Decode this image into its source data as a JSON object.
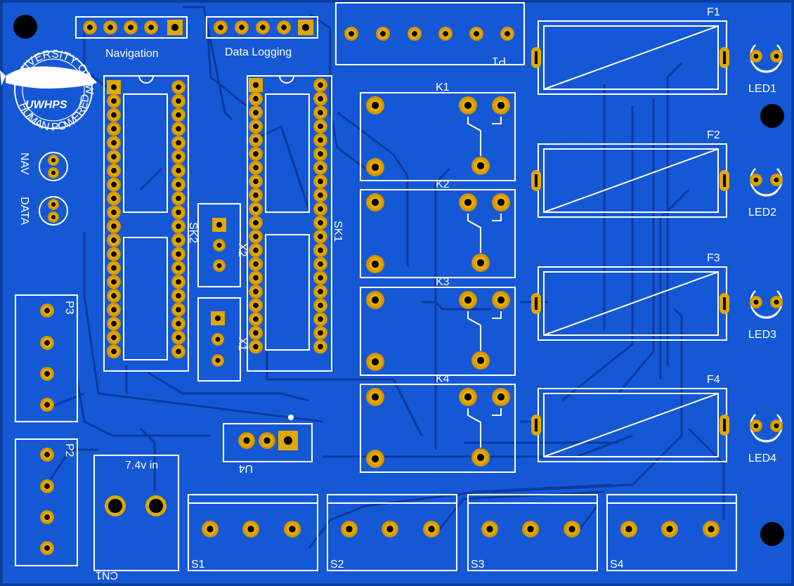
{
  "colors": {
    "board": "#1558d6",
    "board_edge": "#0a3fa0",
    "trace": "#0c3a9e",
    "copper": "#e0a800",
    "silkscreen": "#ffffff",
    "hole": "#000000"
  },
  "logo": {
    "ring_top": "UNIVERSITY OF WASHINGTON",
    "ring_bottom": "HUMAN POWERED SUBMARINE",
    "wordmark": "UWHPS"
  },
  "headers": {
    "navigation": "Navigation",
    "data_logging": "Data Logging"
  },
  "connectors": {
    "p1": "P1",
    "p2": "P2",
    "p3": "P3",
    "cn1": "CN1",
    "power_label": "7.4v in"
  },
  "sockets": {
    "sk1": "SK1",
    "sk2": "SK2"
  },
  "crystals": {
    "x1": "X1",
    "x2": "X2"
  },
  "regulator": "U4",
  "status_leds": {
    "nav": "NAV",
    "data": "DATA"
  },
  "relays": [
    "K1",
    "K2",
    "K3",
    "K4"
  ],
  "fuses": [
    "F1",
    "F2",
    "F3",
    "F4"
  ],
  "leds": [
    "LED1",
    "LED2",
    "LED3",
    "LED4"
  ],
  "servos": [
    "S1",
    "S2",
    "S3",
    "S4"
  ]
}
